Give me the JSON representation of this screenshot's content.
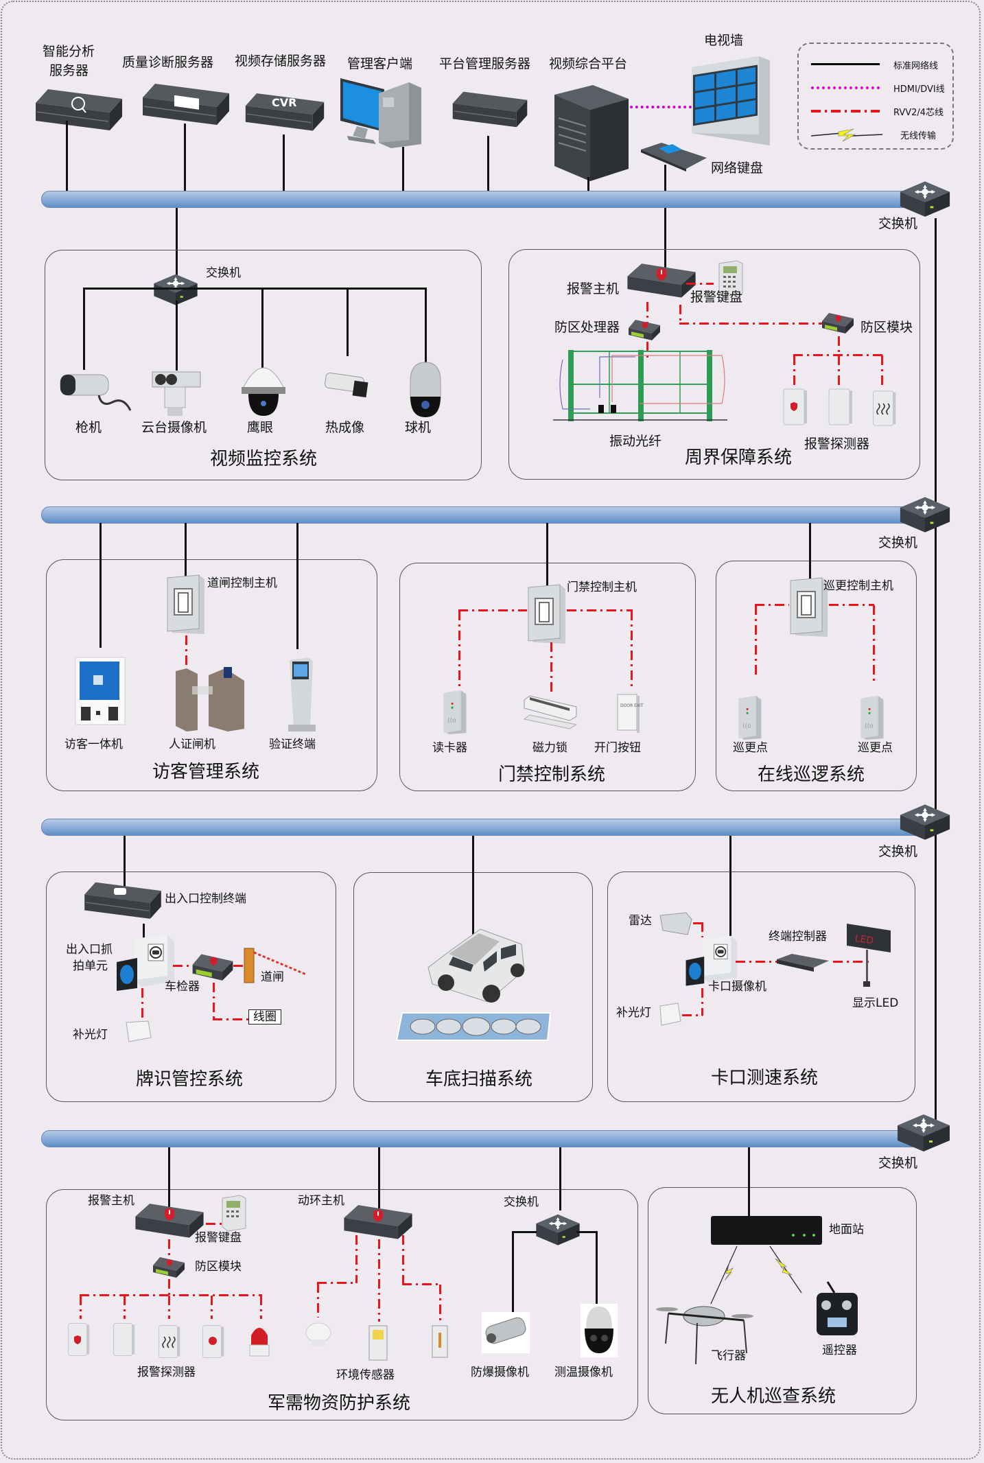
{
  "legend": {
    "items": [
      {
        "label": "标准网络线",
        "style": "solid",
        "color": "#000000"
      },
      {
        "label": "HDMI/DVI线",
        "style": "dotted",
        "color": "#CC00CC"
      },
      {
        "label": "RVV2/4芯线",
        "style": "dash-dot",
        "color": "#E8131B"
      },
      {
        "label": "无线传输",
        "style": "lightning",
        "color": "#F2F21A"
      }
    ]
  },
  "colors": {
    "background": "#EEEAF0",
    "bus": "#7FA3D3",
    "network_line": "#000000",
    "hdmi_line": "#CC00CC",
    "rvv_line": "#E8131B"
  },
  "core": {
    "devices": [
      {
        "label": "智能分析",
        "label2": "服务器",
        "icon": "analysis-server-icon"
      },
      {
        "label": "质量诊断服务器",
        "icon": "diagnosis-server-icon"
      },
      {
        "label": "视频存储服务器",
        "icon": "cvr-storage-icon",
        "badge": "CVR"
      },
      {
        "label": "管理客户端",
        "icon": "pc-client-icon"
      },
      {
        "label": "平台管理服务器",
        "icon": "platform-server-icon"
      },
      {
        "label": "视频综合平台",
        "icon": "video-platform-icon"
      },
      {
        "label": "电视墙",
        "icon": "video-wall-icon"
      },
      {
        "label": "网络键盘",
        "icon": "network-keyboard-icon"
      }
    ],
    "switch_label": "交换机"
  },
  "systems": {
    "video": {
      "title": "视频监控系统",
      "switch_label": "交换机",
      "devices": [
        "枪机",
        "云台摄像机",
        "鹰眼",
        "热成像",
        "球机"
      ]
    },
    "perimeter": {
      "title": "周界保障系统",
      "alarm_host": "报警主机",
      "alarm_keyboard": "报警键盘",
      "zone_processor": "防区处理器",
      "zone_module": "防区模块",
      "fiber": "振动光纤",
      "detectors": "报警探测器"
    },
    "visitor": {
      "title": "访客管理系统",
      "gate_host": "道闸控制主机",
      "devices": [
        "访客一体机",
        "人证闸机",
        "验证终端"
      ]
    },
    "access": {
      "title": "门禁控制系统",
      "host": "门禁控制主机",
      "devices": [
        "读卡器",
        "磁力锁",
        "开门按钮"
      ],
      "button_text": "DOOR EXIT"
    },
    "patrol": {
      "title": "在线巡逻系统",
      "host": "巡更控制主机",
      "devices": [
        "巡更点",
        "巡更点"
      ]
    },
    "plate": {
      "title": "牌识管控系统",
      "terminal": "出入口控制终端",
      "capture": "出入口抓",
      "capture2": "拍单元",
      "detector": "车检器",
      "barrier": "道闸",
      "coil": "线圈",
      "light": "补光灯"
    },
    "undercar": {
      "title": "车底扫描系统"
    },
    "checkpoint": {
      "title": "卡口测速系统",
      "radar": "雷达",
      "controller": "终端控制器",
      "camera": "卡口摄像机",
      "light": "补光灯",
      "led": "显示LED",
      "led_text": "LED"
    },
    "military": {
      "title": "军需物资防护系统",
      "alarm_host": "报警主机",
      "alarm_keyboard": "报警键盘",
      "zone_module": "防区模块",
      "detectors": "报警探测器",
      "env_host": "动环主机",
      "env_sensors": "环境传感器",
      "switch_label": "交换机",
      "cameras": [
        "防爆摄像机",
        "测温摄像机"
      ]
    },
    "drone": {
      "title": "无人机巡查系统",
      "ground_station": "地面站",
      "aircraft": "飞行器",
      "remote": "遥控器"
    }
  }
}
